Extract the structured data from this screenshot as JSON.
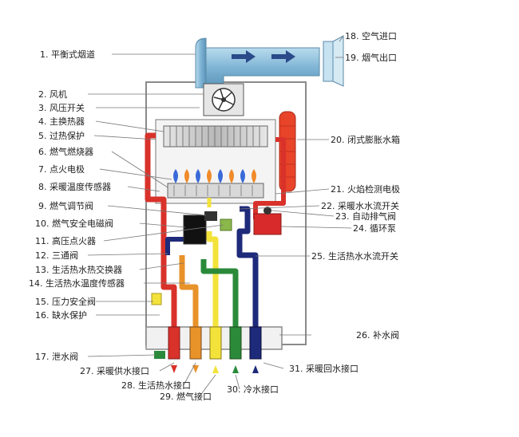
{
  "labels": {
    "l1": "1. 平衡式烟道",
    "l2": "2. 风机",
    "l3": "3. 风压开关",
    "l4": "4. 主换热器",
    "l5": "5. 过热保护",
    "l6": "6. 燃气燃烧器",
    "l7": "7. 点火电极",
    "l8": "8. 采暖温度传感器",
    "l9": "9. 燃气调节阀",
    "l10": "10. 燃气安全电磁阀",
    "l11": "11. 高压点火器",
    "l12": "12. 三通阀",
    "l13": "13. 生活热水热交换器",
    "l14": "14. 生活热水温度传感器",
    "l15": "15. 压力安全阀",
    "l16": "16. 缺水保护",
    "l17": "17. 泄水阀",
    "l18": "18. 空气进口",
    "l19": "19. 烟气出口",
    "l20": "20. 闭式膨胀水箱",
    "l21": "21. 火焰检测电极",
    "l22": "22. 采暖水水流开关",
    "l23": "23. 自动排气阀",
    "l24": "24. 循环泵",
    "l25": "25. 生活热水水流开关",
    "l26": "26. 补水阀",
    "l27": "27. 采暖供水接口",
    "l28": "28. 生活热水接口",
    "l29": "29. 燃气接口",
    "l30": "30. 冷水接口",
    "l31": "31. 采暖回水接口"
  },
  "colors": {
    "casing": "#8a8a8a",
    "flue": "#7fb8d8",
    "heating_supply": "#d8322a",
    "domestic_hot": "#e8922a",
    "gas": "#f3e23a",
    "cold_water": "#2a8a3a",
    "heating_return": "#1e2a7a",
    "expansion_tank": "#e8442a",
    "pump": "#d82a2a"
  }
}
